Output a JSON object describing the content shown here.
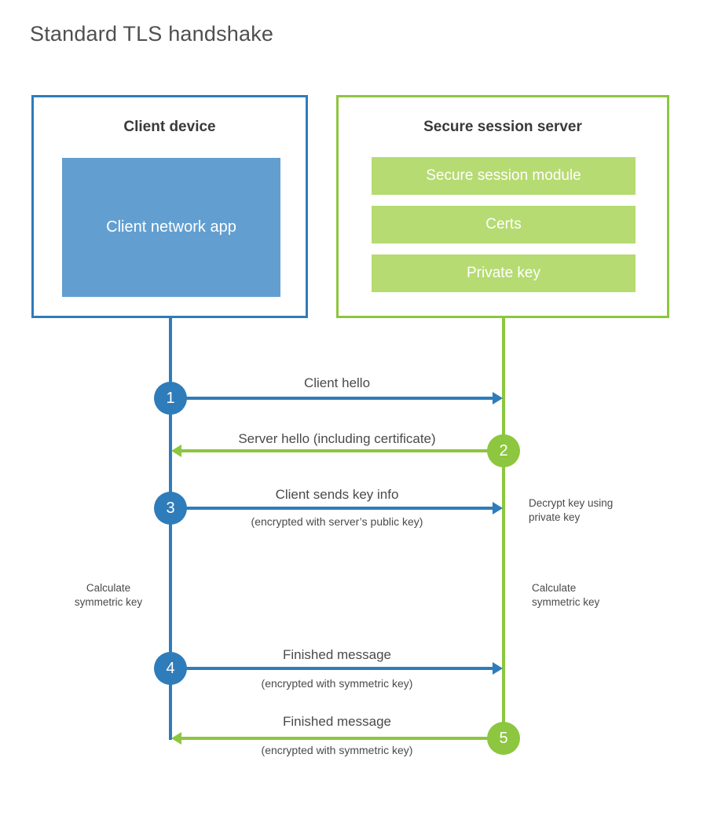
{
  "diagram": {
    "title": "Standard TLS handshake",
    "type": "sequence-diagram",
    "colors": {
      "client_accent": "#2f7cba",
      "server_accent": "#8dc63f",
      "client_app_fill": "#629fd0",
      "server_bar_fill": "#b5db72",
      "text": "#4a4a4a",
      "background": "#ffffff"
    }
  },
  "client": {
    "title": "Client device",
    "app_label": "Client network app"
  },
  "server": {
    "title": "Secure session server",
    "bars": [
      {
        "label": "Secure session module"
      },
      {
        "label": "Certs"
      },
      {
        "label": "Private key"
      }
    ]
  },
  "steps": [
    {
      "number": "1",
      "label": "Client hello",
      "sublabel": "",
      "direction": "client-to-server",
      "color": "blue"
    },
    {
      "number": "2",
      "label": "Server hello (including certificate)",
      "sublabel": "",
      "direction": "server-to-client",
      "color": "green"
    },
    {
      "number": "3",
      "label": "Client sends key info",
      "sublabel": "(encrypted with server’s public key)",
      "direction": "client-to-server",
      "color": "blue"
    },
    {
      "number": "4",
      "label": "Finished message",
      "sublabel": "(encrypted with symmetric key)",
      "direction": "client-to-server",
      "color": "blue"
    },
    {
      "number": "5",
      "label": "Finished message",
      "sublabel": "(encrypted with symmetric key)",
      "direction": "server-to-client",
      "color": "green"
    }
  ],
  "annotations": {
    "decrypt_note": "Decrypt key using\nprivate key",
    "decrypt_note_line1": "Decrypt key using",
    "decrypt_note_line2": "private key",
    "client_calc_line1": "Calculate",
    "client_calc_line2": "symmetric key",
    "server_calc_line1": "Calculate",
    "server_calc_line2": "symmetric key"
  }
}
